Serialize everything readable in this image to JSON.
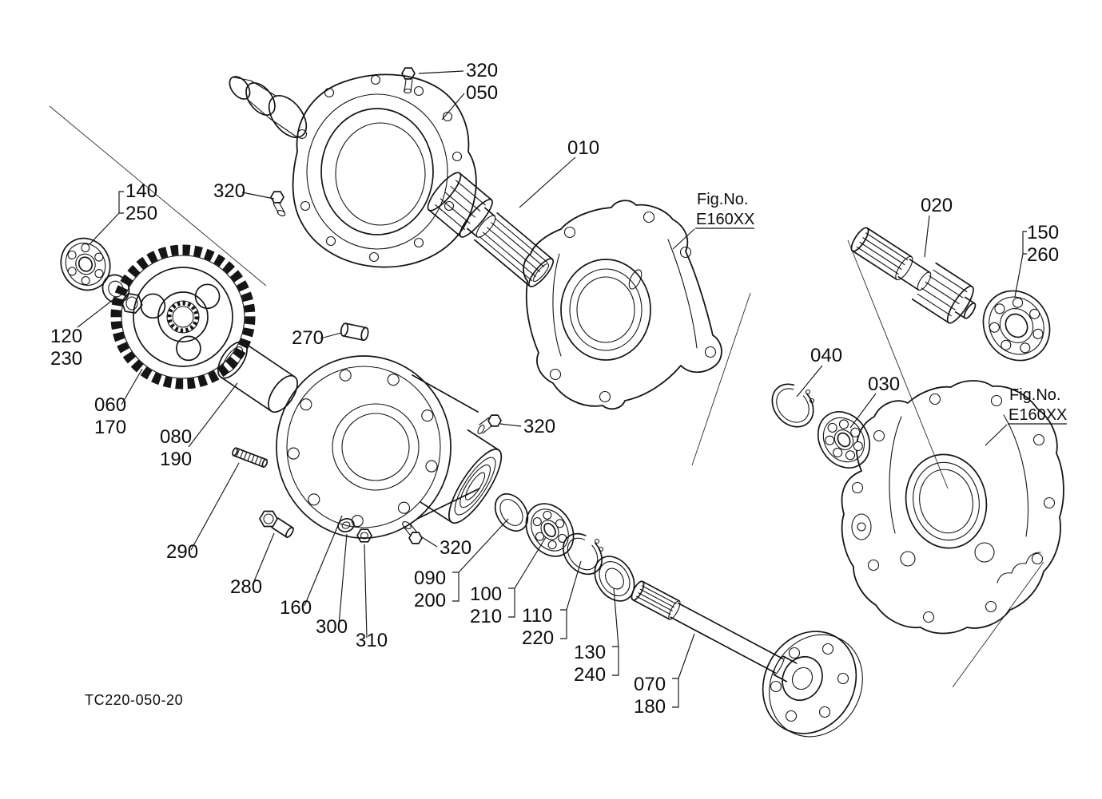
{
  "page": {
    "background": "#ffffff",
    "ink": "#111111"
  },
  "drawing_number": "TC220-050-20",
  "fig_references": {
    "a": {
      "label": "Fig.No.",
      "code": "E160XX"
    },
    "b": {
      "label": "Fig.No.",
      "code": "E160XX"
    }
  },
  "callouts": {
    "c320_top": "320",
    "c050": "050",
    "c010": "010",
    "c020": "020",
    "c150": "150",
    "c260": "260",
    "c140": "140",
    "c250": "250",
    "c320_left": "320",
    "c120": "120",
    "c230": "230",
    "c270": "270",
    "c040": "040",
    "c030": "030",
    "c060": "060",
    "c170": "170",
    "c080": "080",
    "c190": "190",
    "c320_mid": "320",
    "c290": "290",
    "c280": "280",
    "c160": "160",
    "c300": "300",
    "c310": "310",
    "c320_low": "320",
    "c090": "090",
    "c200": "200",
    "c100": "100",
    "c210": "210",
    "c110": "110",
    "c220": "220",
    "c130": "130",
    "c240": "240",
    "c070": "070",
    "c180": "180"
  }
}
